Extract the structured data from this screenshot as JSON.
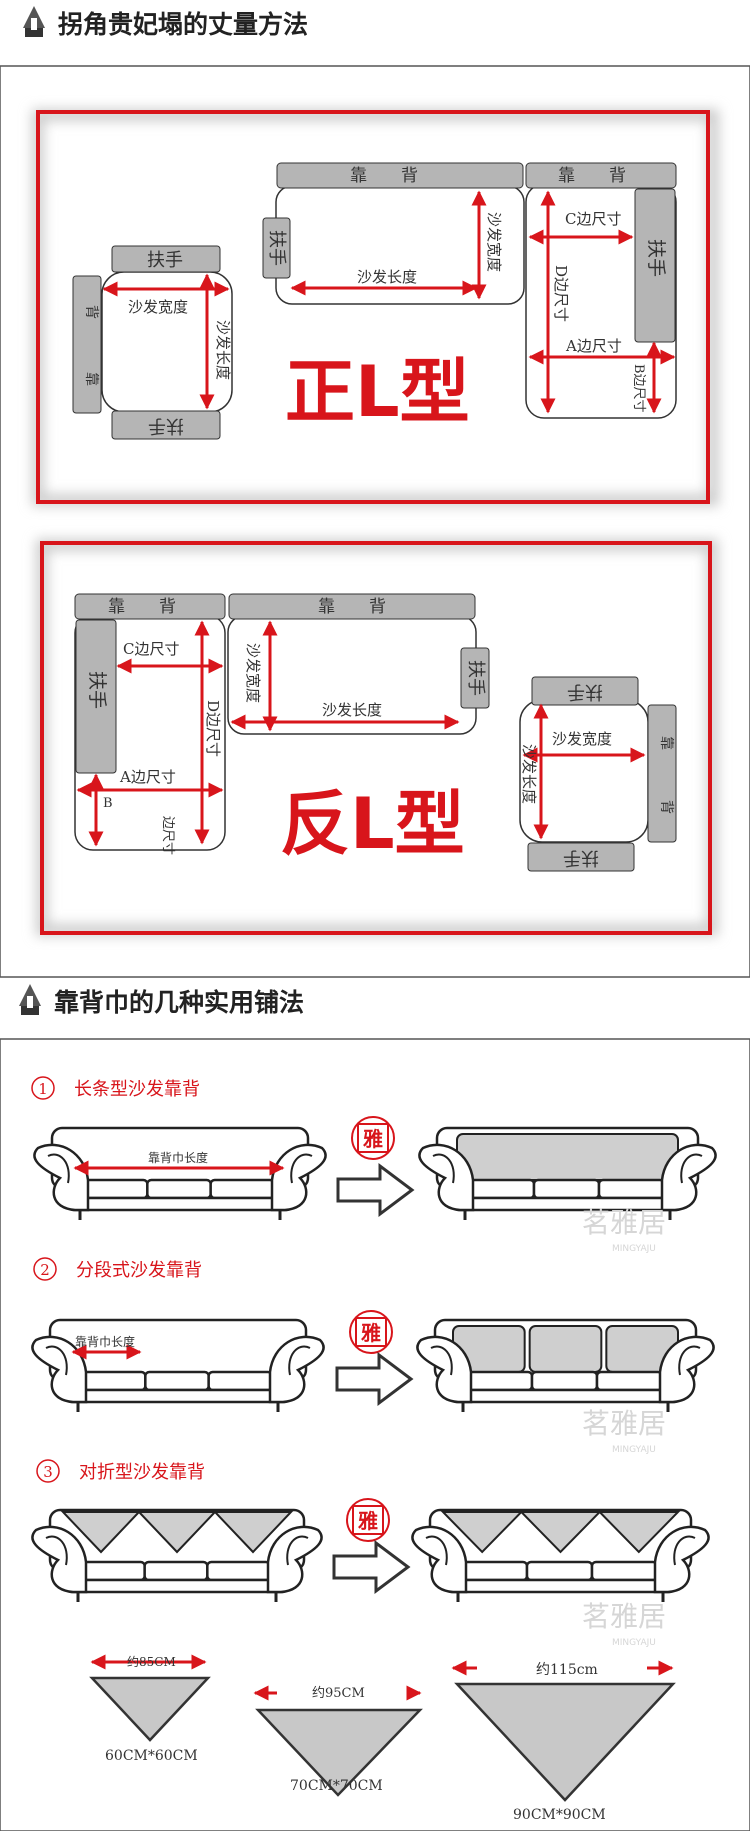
{
  "section1": {
    "title": "拐角贵妃塌的丈量方法",
    "zheng": {
      "big_label": "正L型",
      "kaobei": "靠　　背",
      "kaobei2": "靠　　背",
      "fushou": "扶手",
      "kao": "靠",
      "bei": "背",
      "sofa_width": "沙发宽度",
      "sofa_length": "沙发长度",
      "sofa_length_v": "沙发长度",
      "sofa_width_v": "沙发宽度",
      "c_side": "C边尺寸",
      "a_side": "A边尺寸",
      "d_side": "D边尺寸",
      "b_side": "B边尺寸"
    },
    "fan": {
      "big_label": "反L型",
      "kaobei": "靠　　背",
      "kaobei2": "靠　　背",
      "fushou": "扶手",
      "kao": "靠",
      "bei": "背",
      "sofa_width": "沙发宽度",
      "sofa_length": "沙发长度",
      "sofa_width_v": "沙发宽度",
      "sofa_length_v": "沙发长度",
      "c_side": "C边尺寸",
      "a_side": "A边尺寸",
      "d_side": "D边尺寸",
      "b_side": "B",
      "b_side2": "边尺寸"
    }
  },
  "section2": {
    "title": "靠背巾的几种实用铺法",
    "methods": [
      {
        "num": "1",
        "label": "长条型沙发靠背",
        "measure": "靠背巾长度"
      },
      {
        "num": "2",
        "label": "分段式沙发靠背",
        "measure": "靠背巾长度"
      },
      {
        "num": "3",
        "label": "对折型沙发靠背"
      }
    ],
    "stamp_char": "雅",
    "watermark": "茗雅居",
    "watermark_sub": "MINGYAJU",
    "triangles": [
      {
        "approx": "约85CM",
        "size": "60CM*60CM"
      },
      {
        "approx": "约95CM",
        "size": "70CM*70CM"
      },
      {
        "approx": "约115cm",
        "size": "90CM*90CM"
      }
    ]
  },
  "colors": {
    "accent_red": "#d8151b",
    "cushion_gray": "#b5b5b5"
  }
}
